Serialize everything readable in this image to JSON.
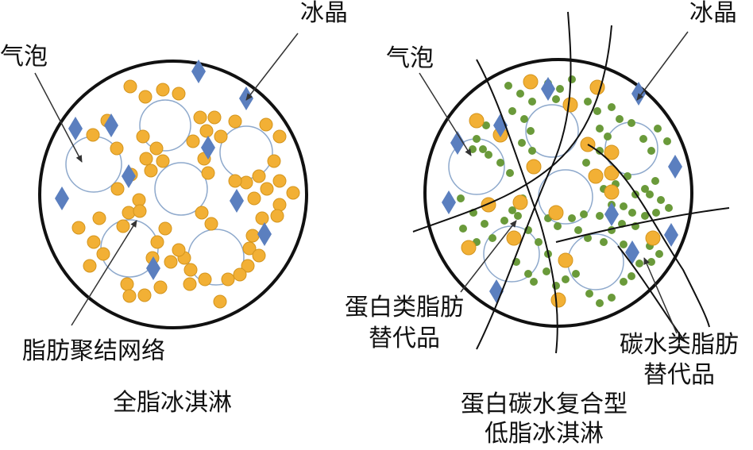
{
  "left_panel": {
    "label_bubble": "气泡",
    "label_ice": "冰晶",
    "label_fat_network": "脂肪聚结网络",
    "caption": "全脂冰淇淋"
  },
  "right_panel": {
    "label_bubble": "气泡",
    "label_ice": "冰晶",
    "label_protein_line1": "蛋白类脂肪",
    "label_protein_line2": "替代品",
    "label_carb_line1": "碳水类脂肪",
    "label_carb_line2": "替代品",
    "caption_line1": "蛋白碳水复合型",
    "caption_line2": "低脂冰淇淋"
  },
  "colors": {
    "fat_globule": "#F2B035",
    "fat_globule_edge": "#D4951E",
    "ice_crystal": "#5B7FBF",
    "bubble_edge": "#8EA9CC",
    "protein_particle": "#6A9A3A",
    "outline": "#111111"
  },
  "icons": {
    "ice_crystal": "diamond-icon",
    "bubble": "circle-icon"
  }
}
